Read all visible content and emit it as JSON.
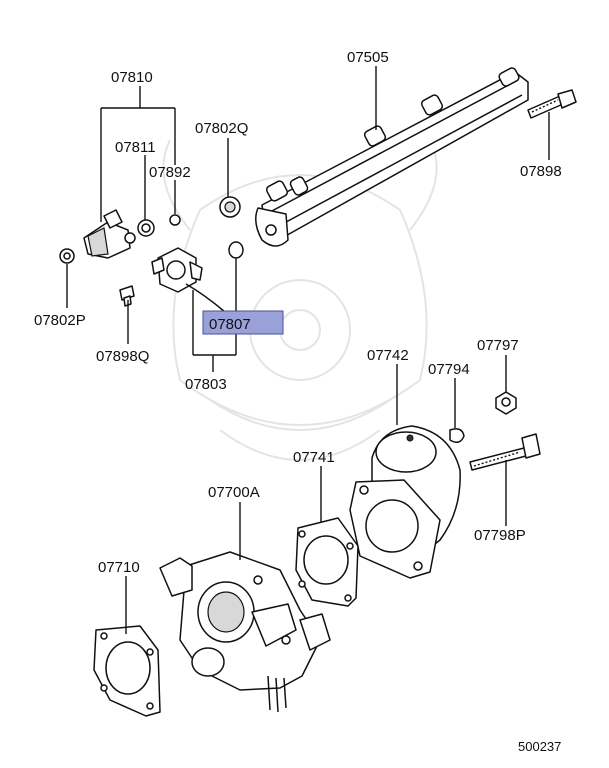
{
  "labels": {
    "p07810": "07810",
    "p07811": "07811",
    "p07892": "07892",
    "p07802Q": "07802Q",
    "p07505": "07505",
    "p07898": "07898",
    "p07802P": "07802P",
    "p07807": "07807",
    "p07898Q": "07898Q",
    "p07803": "07803",
    "p07742": "07742",
    "p07797": "07797",
    "p07794": "07794",
    "p07741": "07741",
    "p07700A": "07700A",
    "p07798P": "07798P",
    "p07710": "07710"
  },
  "diagram_id": "500237",
  "highlight_color": "#9aa0d8"
}
